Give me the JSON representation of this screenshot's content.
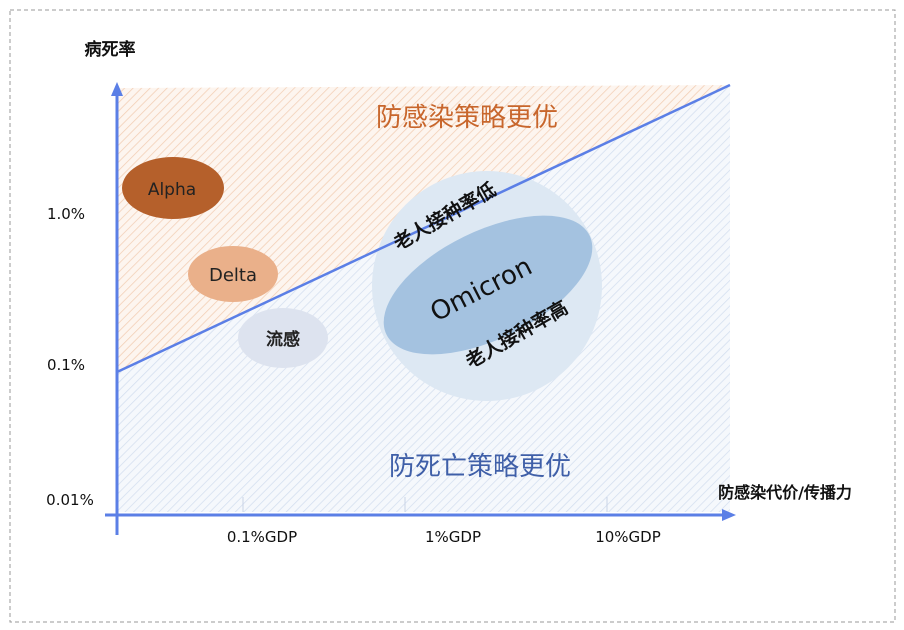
{
  "y_axis": {
    "title": "病死率",
    "ticks": [
      "1.0%",
      "0.1%",
      "0.01%"
    ]
  },
  "x_axis": {
    "title": "防感染代价/传播力",
    "ticks": [
      "0.1%GDP",
      "1%GDP",
      "10%GDP"
    ]
  },
  "regions": {
    "upper": "防感染策略更优",
    "lower": "防死亡策略更优"
  },
  "variants": {
    "alpha": "Alpha",
    "delta": "Delta",
    "flu": "流感",
    "omicron": "Omicron"
  },
  "omicron_notes": {
    "low": "老人接种率低",
    "high": "老人接种率高"
  },
  "colors": {
    "axis": "#5b7fe6",
    "upper_text": "#c8662c",
    "lower_text": "#3f5fa8",
    "alpha": "#b5602b",
    "delta": "#eab08a",
    "flu": "#dde3ef",
    "omicron_outer": "#dde8f3",
    "omicron_inner": "#a4c2e0"
  }
}
